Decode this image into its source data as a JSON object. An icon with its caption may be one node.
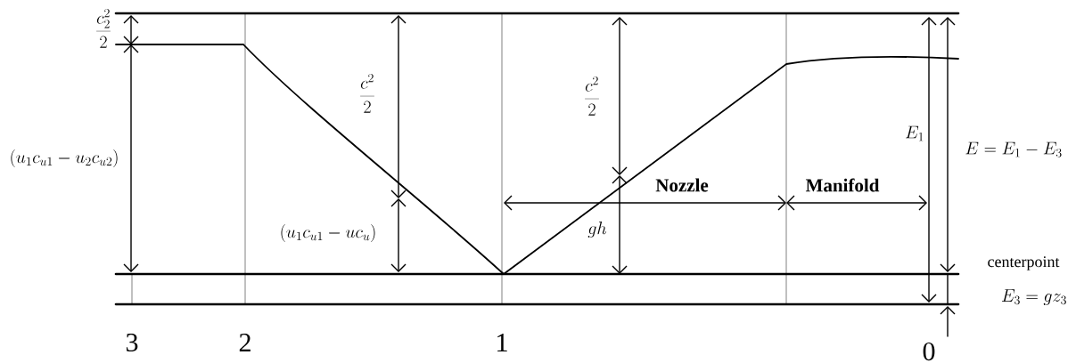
{
  "diagram": {
    "labels": [
      "\\frac{c_2^2}{2}",
      "\\frac{c^2}{2}",
      "\\frac{c^2}{2}",
      "E_1",
      "E=E_1-E_3",
      "\\Bigl(u_1c_{u1}-u_2c_{u2}\\Bigr)",
      "Nozzle",
      "Manifold",
      "\\Bigl(u_1c_{u1}-uc_u\\Bigr)",
      "gh",
      "centerpoint",
      "E_3=gz_3",
      "3",
      "2",
      "1",
      "0"
    ]
  }
}
